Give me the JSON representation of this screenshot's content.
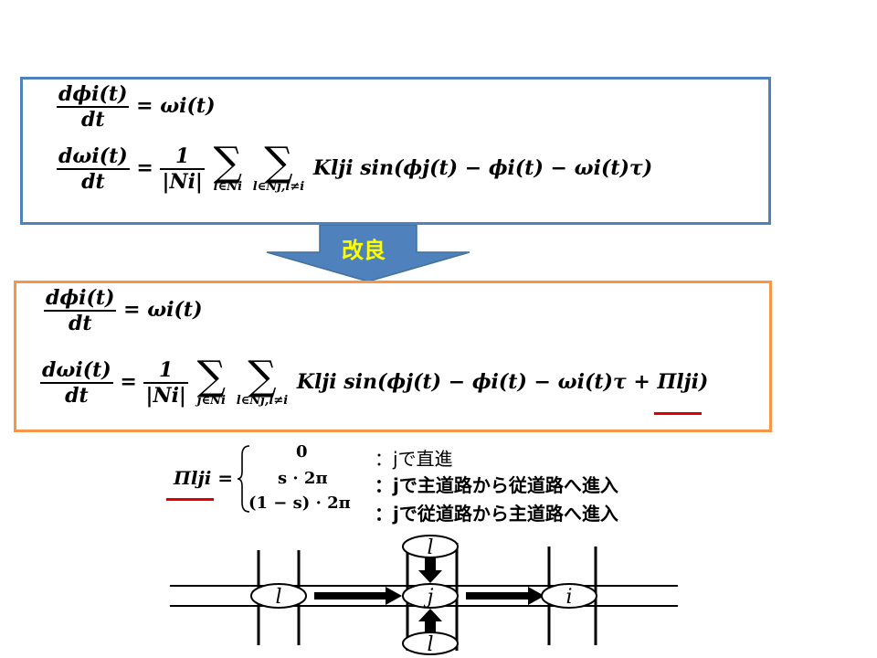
{
  "top_box": {
    "eq1_lhs_num": "dϕi(t)",
    "eq1_lhs_den": "dt",
    "eq1_rhs": "= ωi(t)",
    "eq2_lhs_num": "dωi(t)",
    "eq2_lhs_den": "dt",
    "eq2_coef_num": "1",
    "eq2_coef_den": "|Ni|",
    "sum1_sub": "l∈Ni",
    "sum2_sub": "l∈Nj,l≠i",
    "eq2_term": "Klji sin(ϕj(t) − ϕi(t) − ωi(t)τ)"
  },
  "arrow": {
    "label": "改良",
    "color": "#4f81bd"
  },
  "bottom_box": {
    "eq1_lhs_num": "dϕi(t)",
    "eq1_lhs_den": "dt",
    "eq1_rhs": "= ωi(t)",
    "eq2_lhs_num": "dωi(t)",
    "eq2_lhs_den": "dt",
    "eq2_coef_num": "1",
    "eq2_coef_den": "|Ni|",
    "sum1_sub": "j∈Ni",
    "sum2_sub": "l∈Nj,l≠i",
    "eq2_term": "Klji sin(ϕj(t) − ϕi(t) − ωi(t)τ + Πlji)"
  },
  "piecewise": {
    "lhs": "Πlji =",
    "cases": [
      "0",
      "s · 2π",
      "(1 − s) · 2π"
    ],
    "labels": [
      "：jで直進",
      "：jで主道路から従道路へ進入",
      "：jで従道路から主道路へ進入"
    ]
  },
  "road_diagram": {
    "nodes": [
      "l",
      "j",
      "i",
      "l",
      "l"
    ]
  },
  "colors": {
    "top_border": "#4f81bd",
    "bottom_border": "#f79646",
    "underline": "#e00000",
    "arrow_text": "#ffff00"
  }
}
